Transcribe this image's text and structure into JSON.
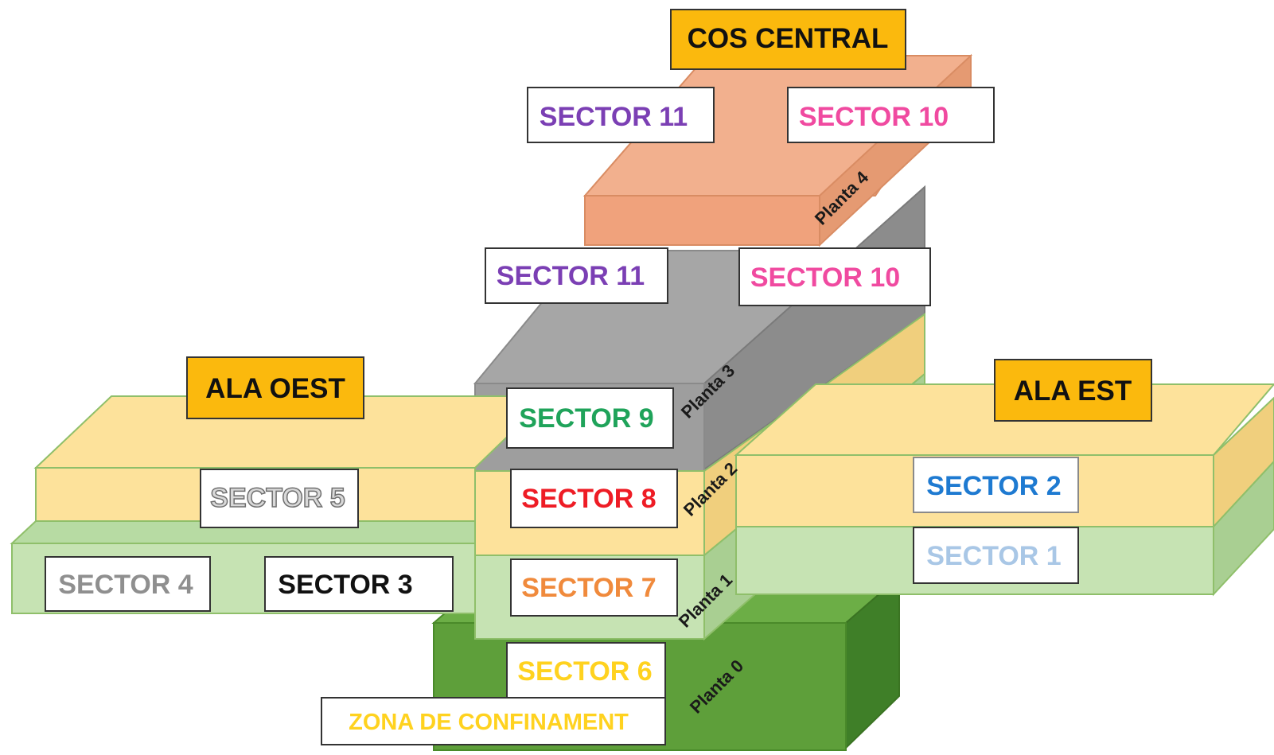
{
  "sections": {
    "cos_central": "COS CENTRAL",
    "ala_oest": "ALA OEST",
    "ala_est": "ALA EST"
  },
  "floors": {
    "planta_0": "Planta 0",
    "planta_1": "Planta 1",
    "planta_2": "Planta 2",
    "planta_3": "Planta 3",
    "planta_4": "Planta 4"
  },
  "sectors": {
    "s11_top": "SECTOR 11",
    "s10_top": "SECTOR 10",
    "s11_mid": "SECTOR 11",
    "s10_mid": "SECTOR 10",
    "s9": "SECTOR 9",
    "s8": "SECTOR 8",
    "s7": "SECTOR 7",
    "s6": "SECTOR 6",
    "s5": "SECTOR 5",
    "s4": "SECTOR 4",
    "s3": "SECTOR 3",
    "s2": "SECTOR 2",
    "s1": "SECTOR 1",
    "confinament": "ZONA DE CONFINAMENT"
  },
  "colors": {
    "orange_header": "#fbc02d",
    "s11": "#7b3fb4",
    "s10": "#f04aa0",
    "s9": "#1fa35a",
    "s8": "#ee1c25",
    "s7": "#f08a3c",
    "s6": "#ffd21f",
    "s5": "#8a8a8a",
    "s4": "#8f8f8f",
    "s3": "#111111",
    "s2": "#1e7ad1",
    "s1": "#a9c7e6",
    "confinament": "#ffd21f"
  }
}
